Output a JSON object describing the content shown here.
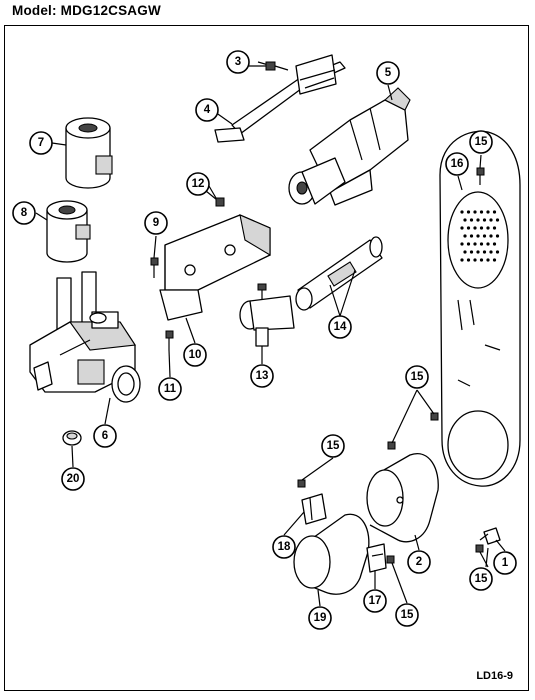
{
  "header": {
    "model": "Model:  MDG12CSAGW"
  },
  "footer": {
    "code": "LD16-9"
  },
  "callouts": [
    "1",
    "2",
    "3",
    "4",
    "5",
    "6",
    "7",
    "8",
    "9",
    "10",
    "11",
    "12",
    "13",
    "14",
    "15",
    "16",
    "17",
    "18",
    "19",
    "20"
  ]
}
